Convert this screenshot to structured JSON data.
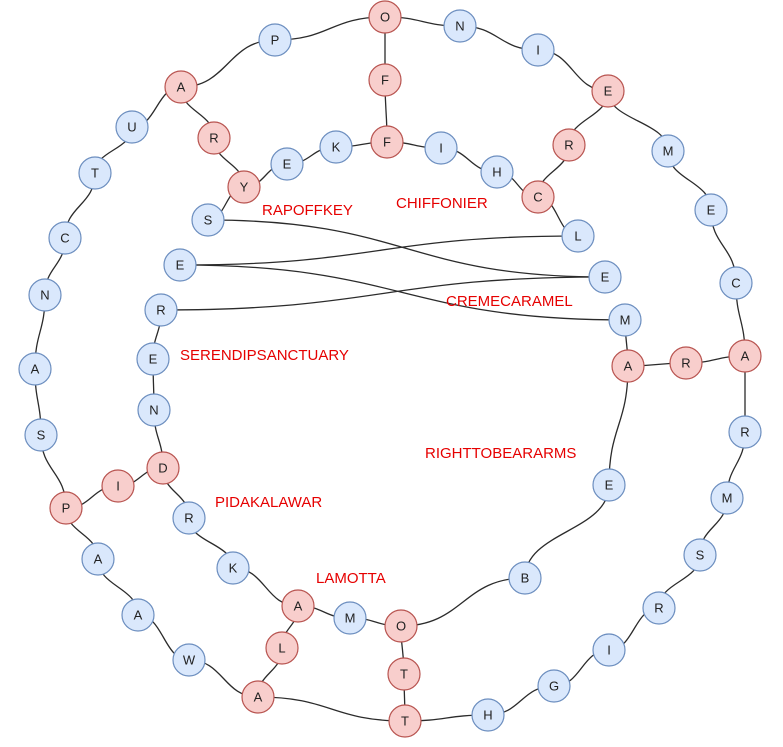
{
  "colors": {
    "normal_fill": "#dae8fc",
    "normal_stroke": "#6c8ebf",
    "shared_fill": "#f8cecc",
    "shared_stroke": "#b85450",
    "word_text": "#e60000",
    "edge": "#2b2b2b"
  },
  "words": [
    "RAPOFFKEY",
    "CHIFFONIER",
    "CREMECARAMEL",
    "SERENDIPSANCTUARY",
    "RIGHTTOBEARARMS",
    "PIDAKALAWAR",
    "LAMOTTA"
  ],
  "nodes": {
    "n1": {
      "letter": "O",
      "shared": true
    },
    "n2": {
      "letter": "P",
      "shared": false
    },
    "n3": {
      "letter": "N",
      "shared": false
    },
    "n4": {
      "letter": "I",
      "shared": false
    },
    "n5": {
      "letter": "F",
      "shared": true
    },
    "n6": {
      "letter": "A",
      "shared": true
    },
    "n7": {
      "letter": "E",
      "shared": true
    },
    "n8": {
      "letter": "U",
      "shared": false
    },
    "n9": {
      "letter": "R",
      "shared": true
    },
    "n10": {
      "letter": "K",
      "shared": false
    },
    "n11": {
      "letter": "F",
      "shared": true
    },
    "n12": {
      "letter": "I",
      "shared": false
    },
    "n13": {
      "letter": "R",
      "shared": true
    },
    "n14": {
      "letter": "M",
      "shared": false
    },
    "n15": {
      "letter": "E",
      "shared": false
    },
    "n16": {
      "letter": "T",
      "shared": false
    },
    "n17": {
      "letter": "H",
      "shared": false
    },
    "n18": {
      "letter": "Y",
      "shared": true
    },
    "n19": {
      "letter": "C",
      "shared": true
    },
    "n20": {
      "letter": "S",
      "shared": false
    },
    "n21": {
      "letter": "E",
      "shared": false
    },
    "n22": {
      "letter": "C",
      "shared": false
    },
    "n23": {
      "letter": "L",
      "shared": false
    },
    "n24": {
      "letter": "E",
      "shared": false
    },
    "n25": {
      "letter": "C",
      "shared": false
    },
    "n26": {
      "letter": "E",
      "shared": false
    },
    "n27": {
      "letter": "N",
      "shared": false
    },
    "n28": {
      "letter": "R",
      "shared": false
    },
    "n29": {
      "letter": "M",
      "shared": false
    },
    "n30": {
      "letter": "A",
      "shared": true
    },
    "n31": {
      "letter": "R",
      "shared": true
    },
    "n32": {
      "letter": "A",
      "shared": true
    },
    "n33": {
      "letter": "A",
      "shared": false
    },
    "n34": {
      "letter": "E",
      "shared": false
    },
    "n35": {
      "letter": "S",
      "shared": false
    },
    "n36": {
      "letter": "N",
      "shared": false
    },
    "n37": {
      "letter": "R",
      "shared": false
    },
    "n38": {
      "letter": "D",
      "shared": true
    },
    "n39": {
      "letter": "I",
      "shared": true
    },
    "n40": {
      "letter": "P",
      "shared": true
    },
    "n41": {
      "letter": "E",
      "shared": false
    },
    "n42": {
      "letter": "M",
      "shared": false
    },
    "n43": {
      "letter": "A",
      "shared": false
    },
    "n44": {
      "letter": "R",
      "shared": false
    },
    "n45": {
      "letter": "S",
      "shared": false
    },
    "n46": {
      "letter": "K",
      "shared": false
    },
    "n47": {
      "letter": "B",
      "shared": false
    },
    "n48": {
      "letter": "A",
      "shared": false
    },
    "n49": {
      "letter": "A",
      "shared": true
    },
    "n50": {
      "letter": "R",
      "shared": false
    },
    "n51": {
      "letter": "M",
      "shared": false
    },
    "n52": {
      "letter": "O",
      "shared": true
    },
    "n53": {
      "letter": "W",
      "shared": false
    },
    "n54": {
      "letter": "L",
      "shared": true
    },
    "n55": {
      "letter": "I",
      "shared": false
    },
    "n56": {
      "letter": "T",
      "shared": true
    },
    "n57": {
      "letter": "G",
      "shared": false
    },
    "n58": {
      "letter": "A",
      "shared": true
    },
    "n59": {
      "letter": "H",
      "shared": false
    },
    "n60": {
      "letter": "T",
      "shared": true
    }
  },
  "edges": [
    [
      "n1",
      "n3"
    ],
    [
      "n3",
      "n4"
    ],
    [
      "n4",
      "n7"
    ],
    [
      "n7",
      "n13"
    ],
    [
      "n13",
      "n19"
    ],
    [
      "n1",
      "n2"
    ],
    [
      "n2",
      "n6"
    ],
    [
      "n6",
      "n8"
    ],
    [
      "n8",
      "n16"
    ],
    [
      "n16",
      "n22"
    ],
    [
      "n22",
      "n27"
    ],
    [
      "n27",
      "n33"
    ],
    [
      "n33",
      "n35"
    ],
    [
      "n35",
      "n40"
    ],
    [
      "n40",
      "n43"
    ],
    [
      "n43",
      "n48"
    ],
    [
      "n48",
      "n53"
    ],
    [
      "n53",
      "n58"
    ],
    [
      "n58",
      "n60"
    ],
    [
      "n60",
      "n59"
    ],
    [
      "n59",
      "n57"
    ],
    [
      "n57",
      "n55"
    ],
    [
      "n55",
      "n50"
    ],
    [
      "n50",
      "n45"
    ],
    [
      "n45",
      "n42"
    ],
    [
      "n42",
      "n37"
    ],
    [
      "n37",
      "n32"
    ],
    [
      "n7",
      "n14"
    ],
    [
      "n14",
      "n21"
    ],
    [
      "n21",
      "n25"
    ],
    [
      "n25",
      "n32"
    ],
    [
      "n32",
      "n31"
    ],
    [
      "n31",
      "n30"
    ],
    [
      "n1",
      "n5"
    ],
    [
      "n5",
      "n11"
    ],
    [
      "n6",
      "n9"
    ],
    [
      "n9",
      "n18"
    ],
    [
      "n18",
      "n15"
    ],
    [
      "n15",
      "n10"
    ],
    [
      "n10",
      "n11"
    ],
    [
      "n11",
      "n12"
    ],
    [
      "n12",
      "n17"
    ],
    [
      "n17",
      "n19"
    ],
    [
      "n19",
      "n23"
    ],
    [
      "n23",
      "n24"
    ],
    [
      "n24",
      "n29"
    ],
    [
      "n29",
      "n30"
    ],
    [
      "n30",
      "n41"
    ],
    [
      "n41",
      "n47"
    ],
    [
      "n47",
      "n52"
    ],
    [
      "n18",
      "n20"
    ],
    [
      "n20",
      "n26"
    ],
    [
      "n26",
      "n28"
    ],
    [
      "n28",
      "n34"
    ],
    [
      "n34",
      "n36"
    ],
    [
      "n36",
      "n38"
    ],
    [
      "n38",
      "n39"
    ],
    [
      "n39",
      "n40"
    ],
    [
      "n38",
      "n44"
    ],
    [
      "n44",
      "n46"
    ],
    [
      "n46",
      "n49"
    ],
    [
      "n49",
      "n51"
    ],
    [
      "n51",
      "n52"
    ],
    [
      "n49",
      "n54"
    ],
    [
      "n54",
      "n58"
    ],
    [
      "n52",
      "n56"
    ],
    [
      "n56",
      "n60"
    ]
  ]
}
